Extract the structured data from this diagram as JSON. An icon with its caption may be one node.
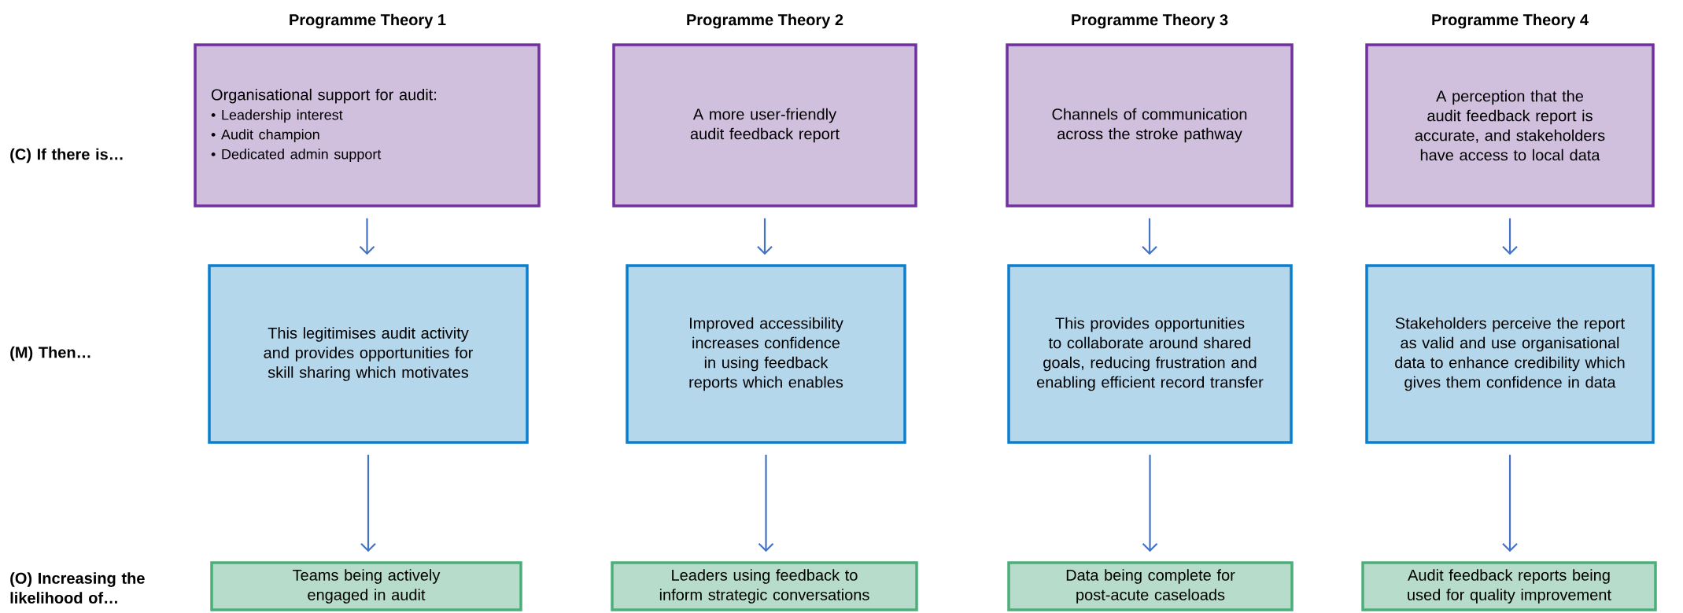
{
  "diagram": {
    "nodes": [
      {
        "text": [
          "Organisational support for audit:",
          "• Leadership interest",
          "• Audit champion",
          "• Dedicated admin support"
        ]
      },
      {
        "text": [
          "A more user-friendly audit feedback report"
        ]
      },
      {
        "text": [
          "Channels of communication across the stroke pathway"
        ]
      },
      {
        "text": [
          "A perception that the audit feedback report is accurate, and stakeholders have access to local data"
        ]
      },
      {
        "text": [
          "This legitimises audit activity and provides opportunities for skill sharing which motivates"
        ]
      },
      {
        "text": [
          "Improved accessibility increases confidence in using feedback reports which enables"
        ]
      },
      {
        "text": [
          "This provides opportunities to collaborate around shared goals, reducing frustration and enabling efficient record transfer"
        ]
      },
      {
        "text": [
          "Stakeholders perceive the report as valid and use organisational data to enhance credibility which gives them confidence in data"
        ]
      },
      {
        "text": [
          "Teams being actively engaged in audit"
        ]
      },
      {
        "text": [
          "Leaders using feedback to inform strategic conversations"
        ]
      },
      {
        "text": [
          "Data being complete for post-acute caseloads"
        ]
      },
      {
        "text": [
          "Audit feedback reports being used for quality improvement"
        ]
      }
    ],
    "edges": [
      {
        "from": 0,
        "to": 4,
        "arrow": "to"
      },
      {
        "from": 1,
        "to": 5,
        "arrow": "to"
      },
      {
        "from": 2,
        "to": 6,
        "arrow": "to"
      },
      {
        "from": 3,
        "to": 7,
        "arrow": "to"
      },
      {
        "from": 4,
        "to": 8,
        "arrow": "to"
      },
      {
        "from": 5,
        "to": 9,
        "arrow": "to"
      },
      {
        "from": 6,
        "to": 10,
        "arrow": "to"
      },
      {
        "from": 7,
        "to": 11,
        "arrow": "to"
      }
    ],
    "labels": [
      "Programme Theory 1",
      "Programme Theory 2",
      "Programme Theory 3",
      "Programme Theory 4",
      "(C) If there is…",
      "(M) Then…",
      "(O) Increasing the likelihood of…"
    ]
  }
}
